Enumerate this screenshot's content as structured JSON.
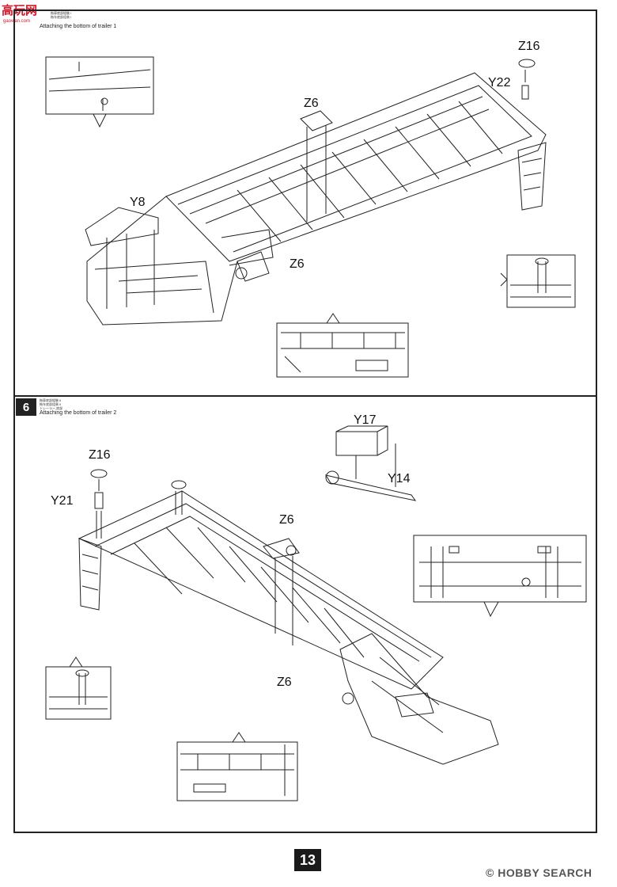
{
  "logo": {
    "text": "高玩网",
    "sub": "gaowan.com"
  },
  "step5": {
    "cn_line1": "拖車底部組裝 I",
    "cn_line2": "拖车底部组装 I",
    "subtitle": "Attaching the bottom of trailer 1"
  },
  "step6": {
    "number": "6",
    "cn_line1": "拖車底部組裝 II",
    "cn_line2": "拖车底部组装 II",
    "cn_line3": "トレーラー 底部",
    "subtitle": "Attaching the bottom of trailer 2"
  },
  "labels_top": {
    "z16": "Z16",
    "y22": "Y22",
    "z6a": "Z6",
    "y8": "Y8",
    "z6b": "Z6"
  },
  "labels_bottom": {
    "z16": "Z16",
    "y21": "Y21",
    "y17": "Y17",
    "y14": "Y14",
    "z6a": "Z6",
    "z6b": "Z6"
  },
  "page_number": "13",
  "watermark": "HOBBY SEARCH",
  "watermark_mark": "©"
}
